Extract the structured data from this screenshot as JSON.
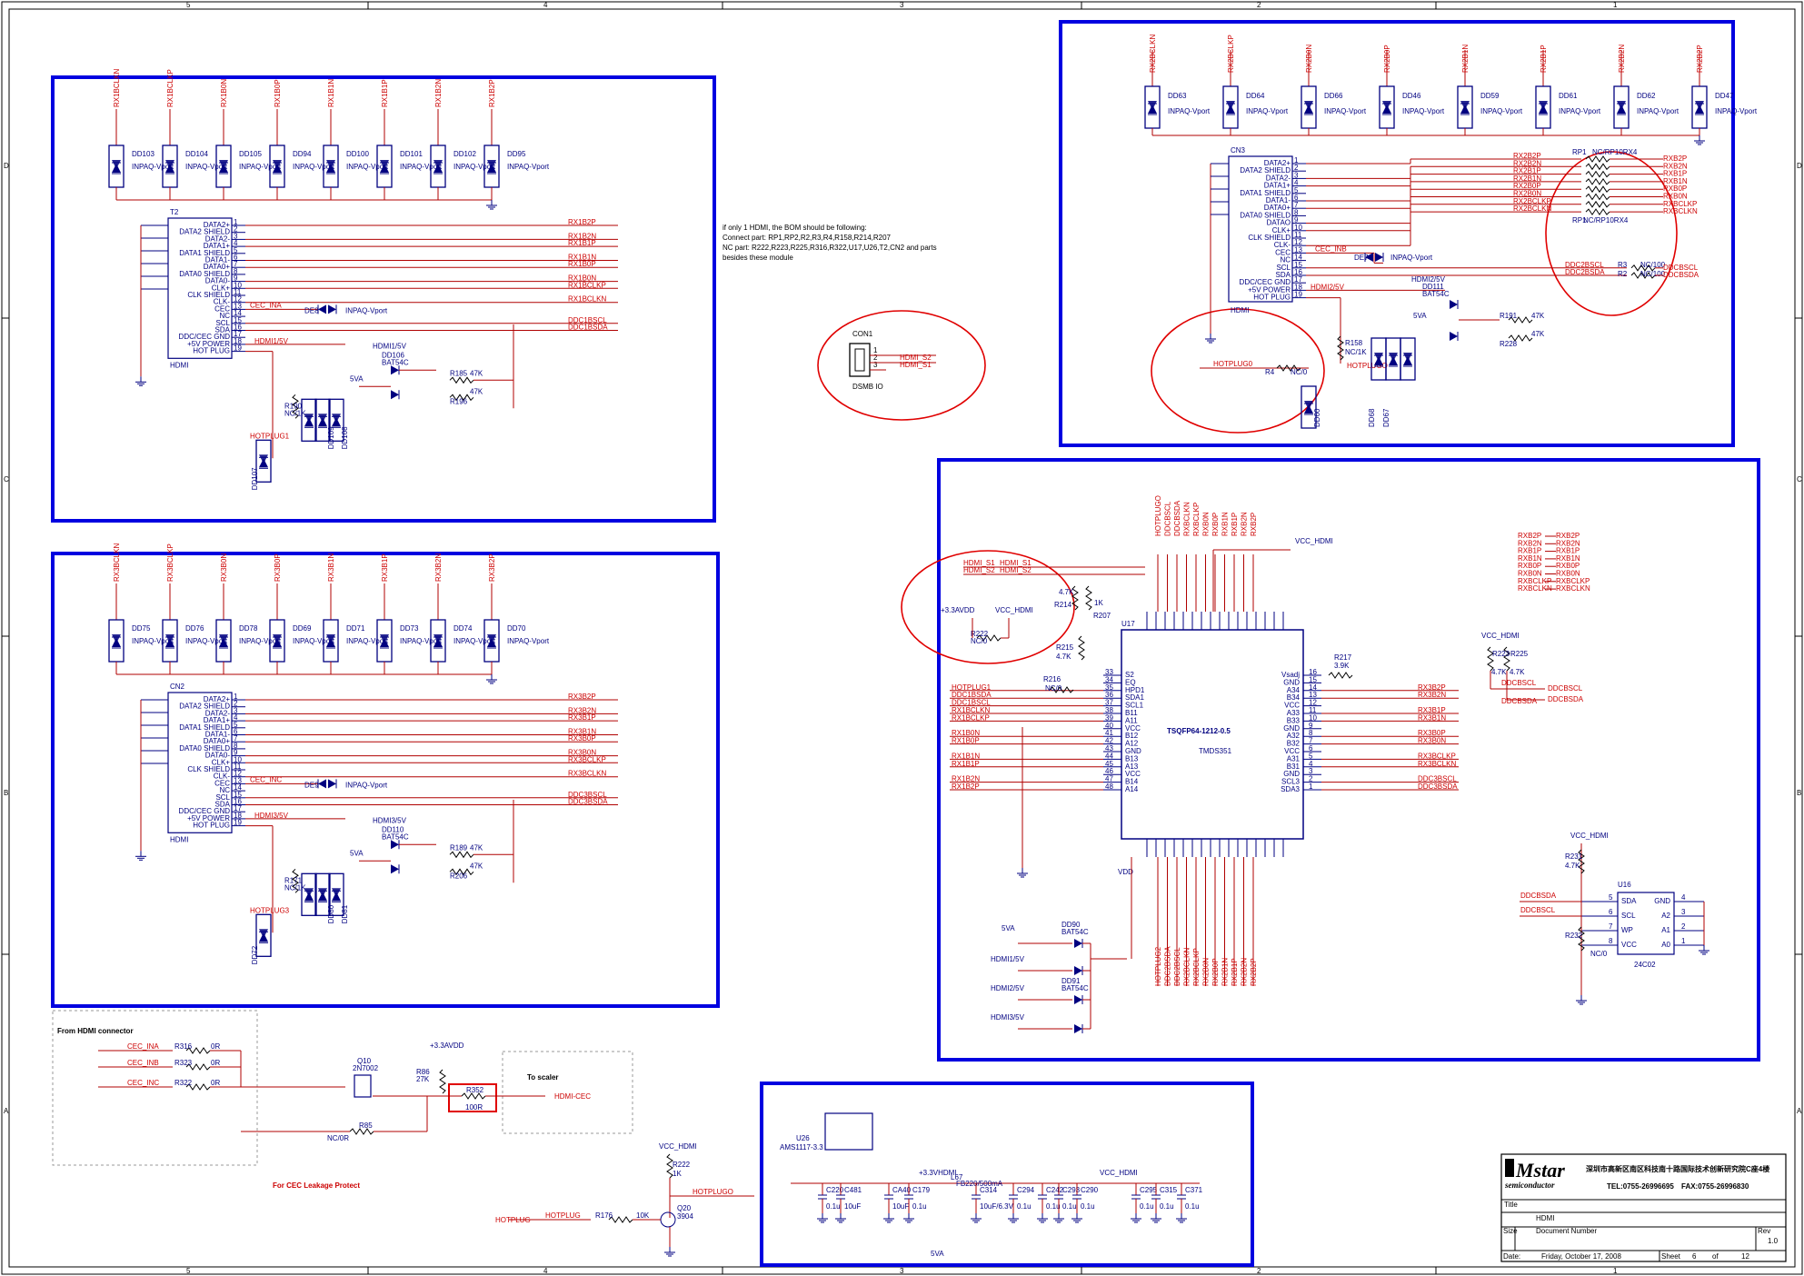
{
  "colors": {
    "wire": "#b00000",
    "component": "#000080",
    "frame": "#0000e0",
    "highlight": "#e00000",
    "note_red": "#ee0000"
  },
  "border": {
    "columns": [
      "5",
      "4",
      "3",
      "2",
      "1"
    ],
    "rows": [
      "D",
      "C",
      "B",
      "A"
    ]
  },
  "bom_note": [
    "if only 1 HDMI, the BOM should be following:",
    " Connect part: RP1,RP2,R2,R3,R4,R158,R214,R207",
    " NC part: R222,R223,R225,R316,R322,U17,U26,T2,CN2 and parts",
    "besides these module"
  ],
  "cec_block": {
    "left_title": "From HDMI connector",
    "right_title": "To scaler",
    "caption": "For CEC Leakage Protect",
    "inputs": [
      {
        "net": "CEC_INA",
        "ref": "R316",
        "value": "0R"
      },
      {
        "net": "CEC_INB",
        "ref": "R323",
        "value": "0R"
      },
      {
        "net": "CEC_INC",
        "ref": "R322",
        "value": "0R"
      }
    ],
    "q10": {
      "ref": "Q10",
      "part": "2N7002"
    },
    "r86": {
      "ref": "R86",
      "value": "27K"
    },
    "r352": {
      "ref": "R352",
      "value": "100R"
    },
    "r85": {
      "ref": "R85",
      "value": "NC/0R"
    },
    "supply": "+3.3AVDD",
    "out_net": "HDMI-CEC"
  },
  "hotplug": {
    "supply": "VCC_HDMI",
    "r222": {
      "ref": "R222",
      "value": "1K"
    },
    "q20": {
      "ref": "Q20",
      "part": "3904"
    },
    "r176": {
      "ref": "R176",
      "value": "10K"
    },
    "in_net": "HOTPLUG",
    "out_net": "HOTPLUGO"
  },
  "hdmi1": {
    "conn_ref": "T2",
    "conn_name": "HDMI",
    "tvs": [
      {
        "ref": "DD103",
        "net": "RX1BCLKN"
      },
      {
        "ref": "DD104",
        "net": "RX1BCLKP"
      },
      {
        "ref": "DD105",
        "net": "RX1B0N"
      },
      {
        "ref": "DD94",
        "net": "RX1B0P"
      },
      {
        "ref": "DD100",
        "net": "RX1B1N"
      },
      {
        "ref": "DD101",
        "net": "RX1B1P"
      },
      {
        "ref": "DD102",
        "net": "RX1B2N"
      },
      {
        "ref": "DD95",
        "net": "RX1B2P"
      }
    ],
    "tvs_part": "INPAQ-Vport",
    "pins": [
      "DATA2+",
      "DATA2 SHIELD",
      "DATA2-",
      "DATA1+",
      "DATA1 SHIELD",
      "DATA1-",
      "DATA0+",
      "DATA0 SHIELD",
      "DATA0-",
      "CLK+",
      "CLK SHIELD",
      "CLK-",
      "CEC",
      "NC",
      "SCL",
      "SDA",
      "DDC/CEC GND",
      "+5V POWER",
      "HOT PLUG"
    ],
    "nets": [
      "RX1B2P",
      "RX1B2N",
      "RX1B1P",
      "RX1B1N",
      "RX1B0P",
      "RX1B0N",
      "RX1BCLKP",
      "RX1BCLKN",
      "DDC1BSCL",
      "DDC1BSDA"
    ],
    "labels": {
      "cec": "CEC_INA",
      "power": "HDMI1/5V",
      "hotplug": "HOTPLUG1",
      "fivev": "5VA",
      "diode": "DD106",
      "diode_part": "BAT54C",
      "rs": [
        "R185",
        "R196",
        "R190"
      ],
      "rv": [
        "47K",
        "47K",
        "NC/1K"
      ],
      "esd": [
        "DE8",
        "DD109",
        "DD108",
        "DD107"
      ]
    }
  },
  "hdmi2": {
    "conn_ref": "CN3",
    "conn_name": "HDMI",
    "tvs": [
      {
        "ref": "DD63",
        "net": "RX2BCLKN"
      },
      {
        "ref": "DD64",
        "net": "RX2BCLKP"
      },
      {
        "ref": "DD66",
        "net": "RX2B0N"
      },
      {
        "ref": "DD46",
        "net": "RX2B0P"
      },
      {
        "ref": "DD59",
        "net": "RX2B1N"
      },
      {
        "ref": "DD61",
        "net": "RX2B1P"
      },
      {
        "ref": "DD62",
        "net": "RX2B2N"
      },
      {
        "ref": "DD47",
        "net": "RX2B2P"
      }
    ],
    "tvs_part": "INPAQ-Vport",
    "pins": [
      "DATA2+",
      "DATA2 SHIELD",
      "DATA2-",
      "DATA1+",
      "DATA1 SHIELD",
      "DATA1-",
      "DATA0+",
      "DATA0 SHIELD",
      "DATAO",
      "CLK+",
      "CLK SHIELD",
      "CLK-",
      "CEC",
      "NC",
      "SCL",
      "SDA",
      "DDC/CEC GND",
      "+5V POWER",
      "HOT PLUG"
    ],
    "nets": [
      "RX2B2P",
      "RX2B2N",
      "RX2B1P",
      "RX2B1N",
      "RX2B0P",
      "RX2B0N",
      "RX2BCLKP",
      "RX2BCLKN"
    ],
    "rp_nets": [
      "RXB2P",
      "RXB2N",
      "RXB1P",
      "RXB1N",
      "RXB0P",
      "RXB0N",
      "RXBCLKP",
      "RXBCLKN"
    ],
    "labels": {
      "rp1": "RP1",
      "rp1v": "NC/RP10RX4",
      "rp2": "RP1",
      "rp2v": "NC/RP10RX4",
      "cec": "CEC_INB",
      "power": "HDMI2/5V",
      "hotplug": "HOTPLUGO",
      "hotplug2": "HOTPLUG0",
      "diode": "DD111",
      "diode_part": "BAT54C",
      "ddc": [
        "DDC2BSCL",
        "DDC2BSDA"
      ],
      "ddc_out": [
        "DDCBSCL",
        "DDCBSDA"
      ],
      "r3": "R3",
      "r2": "R2",
      "r3v": "NC/100",
      "r2v": "NC/100",
      "r4": "R4",
      "r4v": "NC/0",
      "r158": "R158",
      "r158v": "NC/1K",
      "r191": "R191",
      "r228": "R228",
      "rv": "47K",
      "fivev": "5VA",
      "esd": [
        "DE7",
        "DD68",
        "DD67",
        "DD60"
      ]
    }
  },
  "hdmi3": {
    "conn_ref": "CN2",
    "conn_name": "HDMI",
    "tvs": [
      {
        "ref": "DD75",
        "net": "RX3BCLKN"
      },
      {
        "ref": "DD76",
        "net": "RX3BCLKP"
      },
      {
        "ref": "DD78",
        "net": "RX3B0N"
      },
      {
        "ref": "DD69",
        "net": "RX3B0P"
      },
      {
        "ref": "DD71",
        "net": "RX3B1N"
      },
      {
        "ref": "DD73",
        "net": "RX3B1P"
      },
      {
        "ref": "DD74",
        "net": "RX3B2N"
      },
      {
        "ref": "DD70",
        "net": "RX3B2P"
      }
    ],
    "tvs_part": "INPAQ-Vport",
    "pins": [
      "DATA2+",
      "DATA2 SHIELD",
      "DATA2-",
      "DATA1+",
      "DATA1 SHIELD",
      "DATA1-",
      "DATA0+",
      "DATA0 SHIELD",
      "DATA0-",
      "CLK+",
      "CLK SHIELD",
      "CLK-",
      "CEC",
      "NC",
      "SCL",
      "SDA",
      "DDC/CEC GND",
      "+5V POWER",
      "HOT PLUG"
    ],
    "nets": [
      "RX3B2P",
      "RX3B2N",
      "RX3B1P",
      "RX3B1N",
      "RX3B0P",
      "RX3B0N",
      "RX3BCLKP",
      "RX3BCLKN",
      "DDC3BSCL",
      "DDC3BSDA"
    ],
    "labels": {
      "cec": "CEC_INC",
      "power": "HDMI3/5V",
      "hotplug": "HOTPLUG3",
      "fivev": "5VA",
      "diode": "DD110",
      "diode_part": "BAT54C",
      "rs": [
        "R189",
        "R206",
        "R171"
      ],
      "rv": [
        "47K",
        "47K",
        "NC/1K"
      ],
      "esd": [
        "DE9",
        "DD80",
        "DD81",
        "DD72"
      ]
    }
  },
  "con1": {
    "ref": "CON1",
    "name": "DSMB IO",
    "nets": [
      "HDMI_S2",
      "HDMI_S1"
    ],
    "pins": [
      "1",
      "2",
      "3"
    ]
  },
  "u17": {
    "ref": "U17",
    "package": "TSQFP64-1212-0.5",
    "part": "TMDS351",
    "left_pins": [
      "S2",
      "EQ",
      "HPD1",
      "SDA1",
      "SCL1",
      "B11",
      "A11",
      "VCC",
      "B12",
      "A12",
      "GND",
      "B13",
      "A13",
      "VCC",
      "B14",
      "A14"
    ],
    "left_nums": [
      "33",
      "34",
      "35",
      "36",
      "37",
      "38",
      "39",
      "40",
      "41",
      "42",
      "43",
      "44",
      "45",
      "46",
      "47",
      "48"
    ],
    "right_pins": [
      "Vsadj",
      "GND",
      "A34",
      "B34",
      "VCC",
      "A33",
      "B33",
      "GND",
      "A32",
      "B32",
      "VCC",
      "A31",
      "B31",
      "GND",
      "SCL3",
      "SDA3"
    ],
    "right_nums": [
      "16",
      "15",
      "14",
      "13",
      "12",
      "11",
      "10",
      "9",
      "8",
      "7",
      "6",
      "5",
      "4",
      "3",
      "2",
      "1"
    ],
    "left_nets": [
      "HOTPLUG1",
      "DDC1BSDA",
      "DDC1BSCL",
      "RX1BCLKN",
      "RX1BCLKP",
      "RX1B0N",
      "RX1B0P",
      "RX1B1N",
      "RX1B1P",
      "RX1B2N",
      "RX1B2P"
    ],
    "right_nets": [
      "RX3B2P",
      "RX3B2N",
      "RX3B1P",
      "RX3B1N",
      "RX3B0P",
      "RX3B0N",
      "RX3BCLKP",
      "RX3BCLKN",
      "DDC3BSCL",
      "DDC3BSDA"
    ],
    "top_nets": [
      "HOTPLUGO",
      "DDCBSCL",
      "DDCBSDA",
      "RXBCLKN",
      "RXBCLKP",
      "RXB0N",
      "RXB0P",
      "RXB1N",
      "RXB1P",
      "RXB2N",
      "RXB2P"
    ],
    "bottom_nets": [
      "HOTPLUG2",
      "DDC2BSDA",
      "DDC2BSCL",
      "RX2BCLKN",
      "RX2BCLKP",
      "RX2B0N",
      "RX2B0P",
      "RX2B1N",
      "RX2B1P",
      "RX2B2N",
      "RX2B2P"
    ],
    "supply": "VCC_HDMI",
    "vdd": "VDD",
    "r217": "R217",
    "r217v": "3.9K",
    "r216": "R216",
    "r216v": "NC/0",
    "r215": "R215",
    "r215v": "4.7K",
    "r214": "R214",
    "r207": "R207",
    "r214v": "4.7K",
    "r207v": "1K",
    "r222_sel": "R222",
    "r222v": "NC/0",
    "selector_nets": [
      "HDMI_S1",
      "HDMI_S2"
    ],
    "supplies": [
      "+3.3AVDD",
      "VCC_HDMI"
    ]
  },
  "diode_or": {
    "parts": [
      {
        "ref": "DD90",
        "part": "BAT54C"
      },
      {
        "ref": "DD91",
        "part": "BAT54C"
      }
    ],
    "inputs": [
      "5VA",
      "HDMI1/5V",
      "HDMI2/5V",
      "HDMI3/5V"
    ]
  },
  "rx_out_labels": [
    "RXB2P",
    "RXB2N",
    "RXB1P",
    "RXB1N",
    "RXB0P",
    "RXB0N",
    "RXBCLKP",
    "RXBCLKN"
  ],
  "u16": {
    "ref": "U16",
    "part": "24C02",
    "left": [
      "SDA",
      "SCL",
      "WP",
      "VCC"
    ],
    "left_nums": [
      "5",
      "6",
      "7",
      "8"
    ],
    "right": [
      "GND",
      "A2",
      "A1",
      "A0"
    ],
    "right_nums": [
      "4",
      "3",
      "2",
      "1"
    ],
    "nets": [
      "DDCBSDA",
      "DDCBSCL"
    ],
    "supply": "VCC_HDMI",
    "r_ref": "R231",
    "r_val": "4.7K",
    "r2_ref": "R232",
    "r2_val": "NC/0",
    "r223": "R223",
    "r225": "R225",
    "rv": "4.7K"
  },
  "power": {
    "reg": {
      "ref": "U26",
      "part": "AMS1117-3.3"
    },
    "l": {
      "ref": "L67",
      "value": "FB220/500mA"
    },
    "out": "+3.3VHDMI",
    "vcc": "VCC_HDMI",
    "in": "5VA",
    "caps": [
      {
        "ref": "C220",
        "value": "0.1u"
      },
      {
        "ref": "C481",
        "value": "10uF"
      },
      {
        "ref": "CA40",
        "value": "10uF"
      },
      {
        "ref": "C179",
        "value": "0.1u"
      },
      {
        "ref": "C314",
        "value": "10uF/6.3V"
      },
      {
        "ref": "C294",
        "value": "0.1u"
      },
      {
        "ref": "C242",
        "value": "0.1u"
      },
      {
        "ref": "C293",
        "value": "0.1u"
      },
      {
        "ref": "C290",
        "value": "0.1u"
      },
      {
        "ref": "C295",
        "value": "0.1u"
      },
      {
        "ref": "C315",
        "value": "0.1u"
      },
      {
        "ref": "C371",
        "value": "0.1u"
      }
    ]
  },
  "title_block": {
    "company": "Mstar",
    "company_sub": "semiconductor",
    "address": "深圳市高新区南区科技南十路国际技术创新研究院C座4楼",
    "tel": "TEL:0755-26996695",
    "fax": "FAX:0755-26996830",
    "title_label": "Title",
    "title": "HDMI",
    "size_label": "Size",
    "doc_label": "Document Number",
    "rev_label": "Rev",
    "rev": "1.0",
    "date_label": "Date:",
    "date": "Friday, October 17, 2008",
    "sheet_label": "Sheet",
    "sheet": "6",
    "of_label": "of",
    "sheets": "12"
  }
}
